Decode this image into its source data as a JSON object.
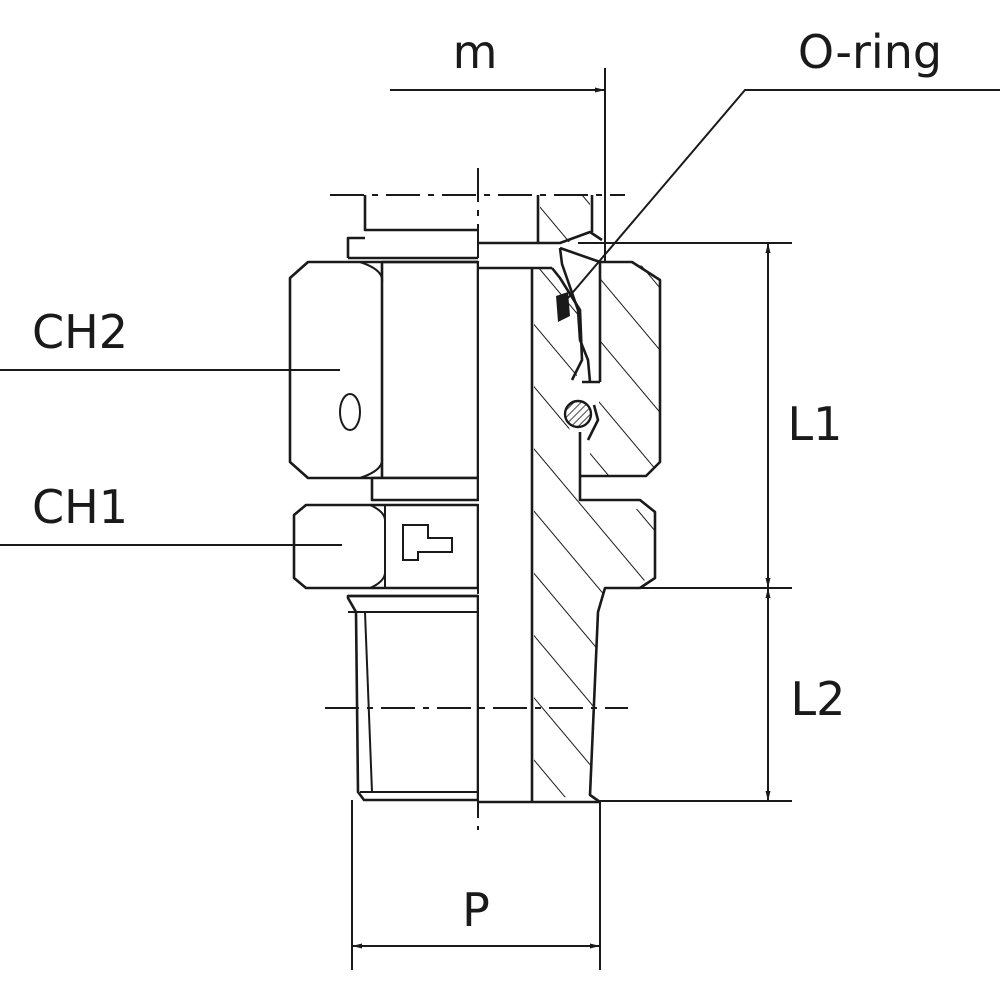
{
  "labels": {
    "m": "m",
    "o_ring": "O-ring",
    "ch2": "CH2",
    "ch1": "CH1",
    "l1": "L1",
    "l2": "L2",
    "p": "P",
    "marking": "0"
  },
  "colors": {
    "line": "#1a1a1a",
    "background": "#ffffff"
  }
}
